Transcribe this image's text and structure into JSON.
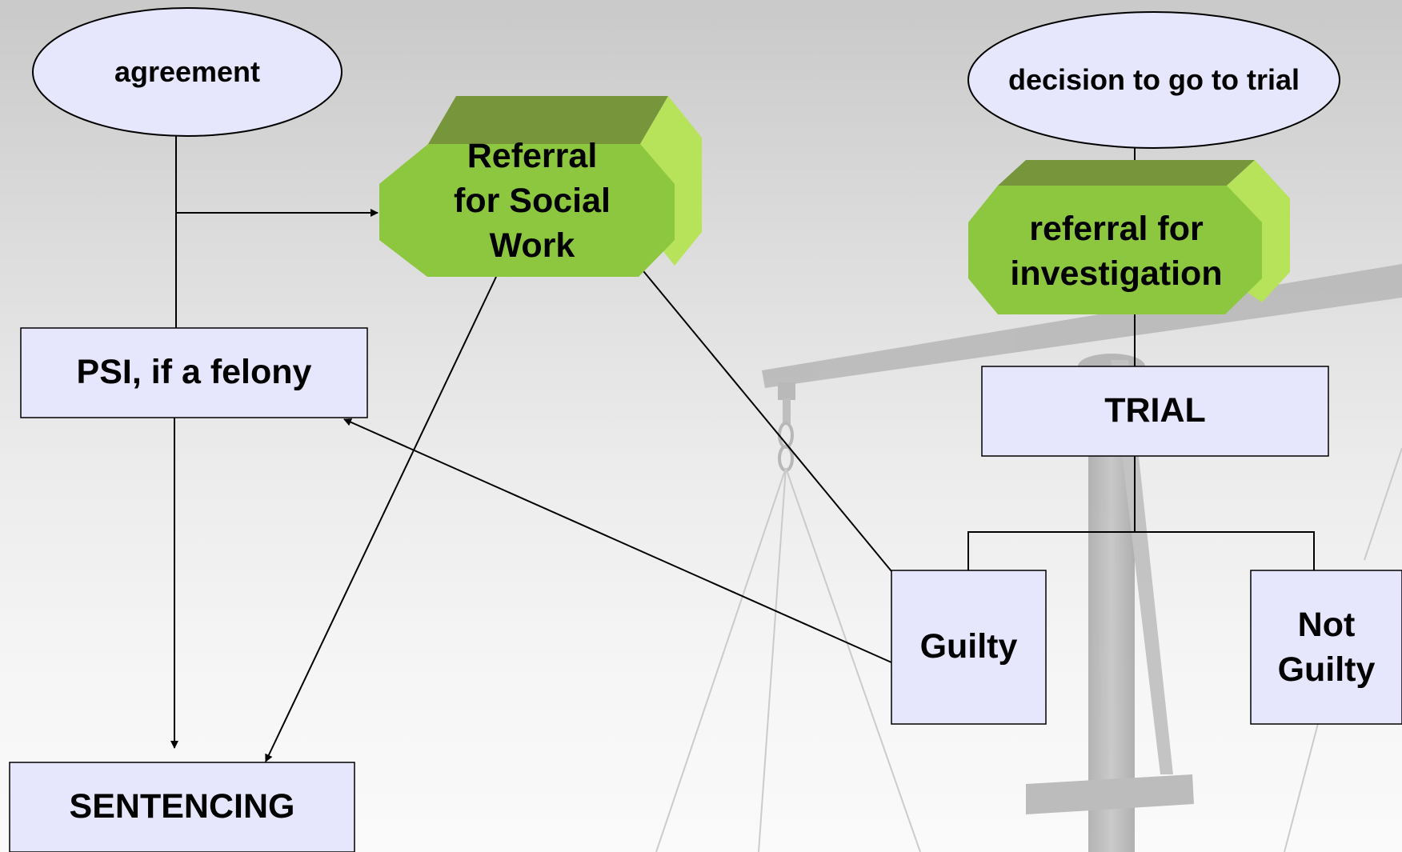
{
  "nodes": {
    "agreement": "agreement",
    "decision": "decision to go to trial",
    "referral_social": [
      "Referral",
      "for Social",
      "Work"
    ],
    "referral_investigation": [
      "referral for",
      "investigation"
    ],
    "psi": "PSI, if a felony",
    "trial": "TRIAL",
    "guilty": "Guilty",
    "not_guilty": [
      "Not",
      "Guilty"
    ],
    "sentencing": "SENTENCING"
  },
  "colors": {
    "ellipse_fill": "#e6e6fc",
    "box_fill": "#e6e6fc",
    "octagon_front": "#8dc63f",
    "octagon_top": "#77953a",
    "octagon_side": "#b6e35a",
    "scale_gray": "#b4b4b4",
    "line": "#000000"
  },
  "icons": {
    "background": "balance-scale-icon"
  }
}
